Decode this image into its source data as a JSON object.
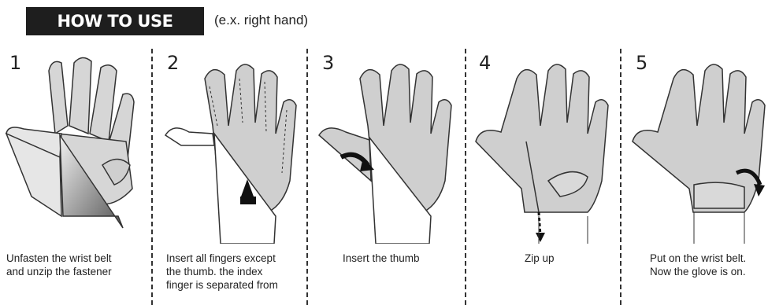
{
  "header": {
    "title": "HOW TO USE",
    "subtitle": "(e.x. right hand)"
  },
  "steps": [
    {
      "number": "1",
      "caption": "Unfasten the wrist belt\nand unzip the fastener"
    },
    {
      "number": "2",
      "caption": "Insert all fingers except\nthe thumb. the index\nfinger is separated from"
    },
    {
      "number": "3",
      "caption": "Insert the thumb"
    },
    {
      "number": "4",
      "caption": "Zip up"
    },
    {
      "number": "5",
      "caption": "Put on the wrist belt.\nNow the glove is on."
    }
  ],
  "colors": {
    "glove_fill": "#cfcfcf",
    "outline": "#333333",
    "header_bg": "#1e1e1e",
    "skin": "#ffffff"
  }
}
